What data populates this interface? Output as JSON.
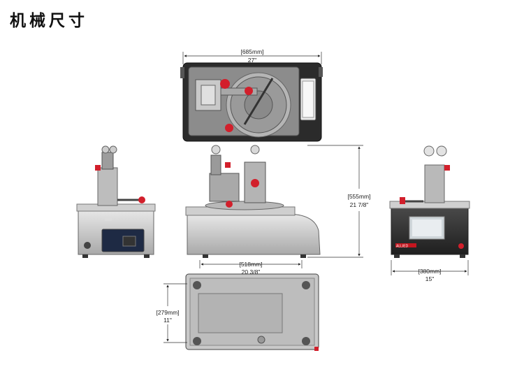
{
  "page_title": "机械尺寸",
  "dimensions": {
    "top_width": {
      "metric": "[685mm]",
      "imperial": "27\""
    },
    "height": {
      "metric": "[555mm]",
      "imperial": "21 7/8\""
    },
    "front_width": {
      "metric": "[518mm]",
      "imperial": "20 3/8\""
    },
    "depth": {
      "metric": "[279mm]",
      "imperial": "11\""
    },
    "side_width": {
      "metric": "[380mm]",
      "imperial": "15\""
    }
  },
  "labels": {
    "brand_logo": "ALLIED"
  }
}
